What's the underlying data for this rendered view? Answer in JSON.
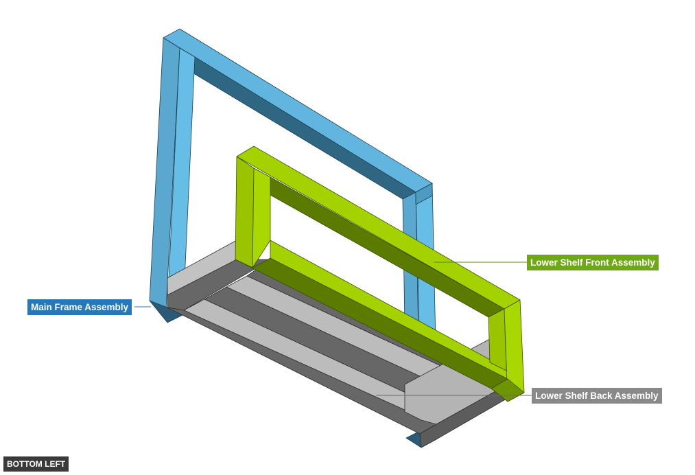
{
  "view": {
    "label": "BOTTOM LEFT"
  },
  "callouts": {
    "main_frame": "Main Frame Assembly",
    "front": "Lower Shelf Front Assembly",
    "back": "Lower Shelf Back Assembly"
  },
  "colors": {
    "main_frame": "#62b5df",
    "main_frame_dark": "#2f6782",
    "front": "#a4d200",
    "front_dark": "#5a7a00",
    "back_light": "#bcbcbc",
    "back_dark": "#676767",
    "label_main": "#2678b8",
    "label_front": "#6ea815",
    "label_back": "#898989"
  }
}
